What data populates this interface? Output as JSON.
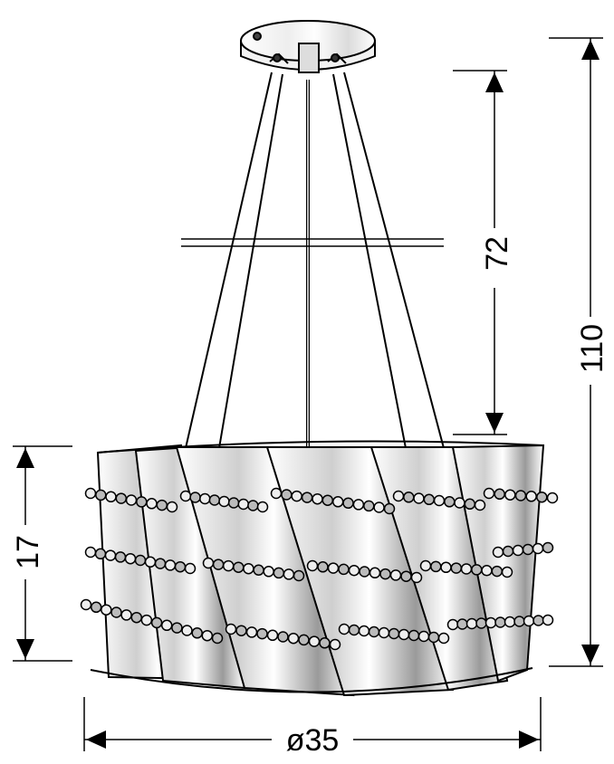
{
  "dimensions": {
    "drop_height": "72",
    "total_height": "110",
    "shade_height": "17",
    "diameter": "ø35"
  },
  "subject": {
    "icon": "pendant-lamp-icon",
    "line_color": "#000000",
    "background": "#ffffff"
  }
}
